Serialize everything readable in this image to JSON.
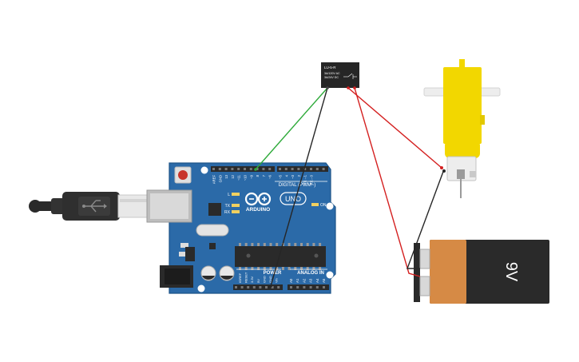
{
  "colors": {
    "board": "#2b6aa8",
    "board_dark": "#1d5488",
    "board_edge": "#4a86c0",
    "header": "#2a2a2a",
    "wire_green": "#2eaa3a",
    "wire_black": "#262626",
    "wire_red": "#d42020",
    "motor_yellow": "#f2d700",
    "battery_orange": "#d68a45",
    "battery_black": "#2a2a2a"
  },
  "relay": {
    "title": "LU-5-R",
    "line1": "3A/120V AC",
    "line2": "3A/24V DC"
  },
  "arduino": {
    "digital_label": "DIGITAL (PWM~)",
    "brand": "ARDUINO",
    "model": "UNO",
    "power_label": "POWER",
    "analog_label": "ANALOG IN",
    "on_label": "ON",
    "led_l": "L",
    "led_tx": "TX",
    "led_rx": "RX",
    "top_pins": [
      "AREF",
      "GND",
      "13",
      "12",
      "~11",
      "~10",
      "~9",
      "8",
      "7",
      "~6",
      "~5",
      "4",
      "~3",
      "2",
      "TX→1",
      "RX←0"
    ],
    "power_pins": [
      "IOREF",
      "RESET",
      "3.3V",
      "5V",
      "GND",
      "GND",
      "Vin"
    ],
    "analog_pins": [
      "A0",
      "A1",
      "A2",
      "A3",
      "A4",
      "A5"
    ]
  },
  "battery": {
    "label": "9V"
  }
}
